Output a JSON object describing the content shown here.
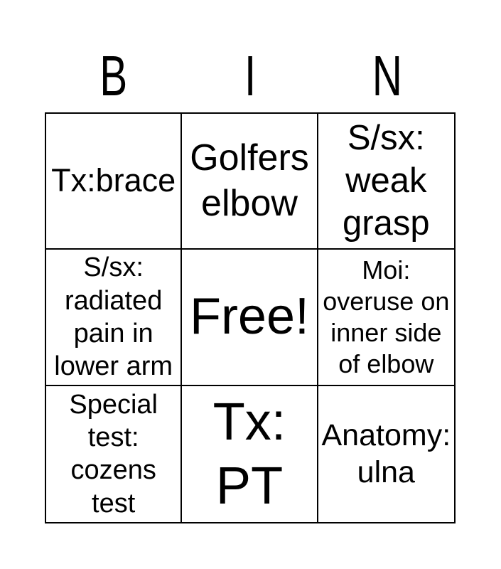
{
  "card": {
    "background": "#ffffff",
    "text_color": "#000000",
    "border_color": "#000000",
    "header_letters": [
      "B",
      "I",
      "N"
    ],
    "grid": {
      "rows": [
        {
          "cells": [
            {
              "label": "Tx:brace",
              "lines": [
                "Tx:brace"
              ]
            },
            {
              "label": "Golfers elbow",
              "lines": [
                "Golfers",
                "elbow"
              ]
            },
            {
              "label": "S/sx: weak grasp",
              "lines": [
                "S/sx:",
                "weak",
                "grasp"
              ]
            }
          ]
        },
        {
          "cells": [
            {
              "label": "S/sx: radiated pain in lower arm",
              "lines": [
                "S/sx:",
                "radiated",
                "pain in",
                "lower arm"
              ]
            },
            {
              "label": "Free!",
              "lines": [
                "Free!"
              ],
              "free_space": true
            },
            {
              "label": "Moi: overuse on inner side of elbow",
              "lines": [
                "Moi:",
                "overuse on",
                "inner side",
                "of elbow"
              ]
            }
          ]
        },
        {
          "cells": [
            {
              "label": "Special test: cozens test",
              "lines": [
                "Special",
                "test:",
                "cozens",
                "test"
              ]
            },
            {
              "label": "Tx: PT",
              "lines": [
                "Tx:",
                "PT"
              ]
            },
            {
              "label": "Anatomy: ulna",
              "lines": [
                "Anatomy:",
                "ulna"
              ]
            }
          ]
        }
      ]
    }
  }
}
